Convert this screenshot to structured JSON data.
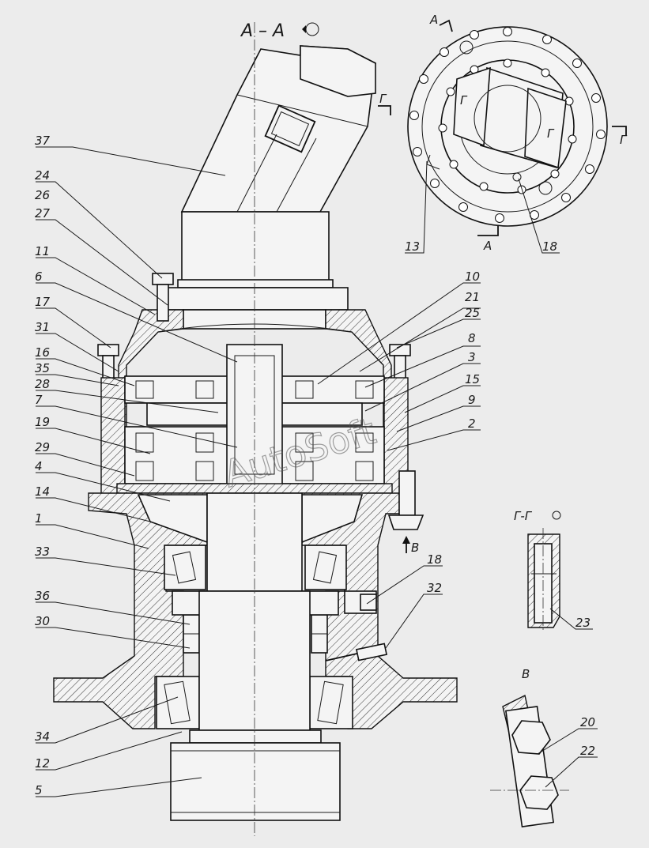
{
  "titles": {
    "main_section": "А – А",
    "section_g": "Г-Г",
    "view_v": "В"
  },
  "section_marks": {
    "a_top": "А",
    "a_bottom": "А",
    "g_left": "Г",
    "g_inner": "Г",
    "g_inner2": "Г",
    "g_right": "Г",
    "v_arrow": "В"
  },
  "watermark": "AutoSoft",
  "callouts": {
    "c37": "37",
    "c24": "24",
    "c26": "26",
    "c27": "27",
    "c11": "11",
    "c6": "6",
    "c17": "17",
    "c31": "31",
    "c16": "16",
    "c35": "35",
    "c28": "28",
    "c7": "7",
    "c19": "19",
    "c29": "29",
    "c4": "4",
    "c14": "14",
    "c1": "1",
    "c33": "33",
    "c36": "36",
    "c30": "30",
    "c34": "34",
    "c12": "12",
    "c5": "5",
    "c10": "10",
    "c21": "21",
    "c25": "25",
    "c8": "8",
    "c3": "3",
    "c15": "15",
    "c9": "9",
    "c2": "2",
    "c18": "18",
    "c32": "32",
    "c13": "13",
    "c18b": "18",
    "c23": "23",
    "c20": "20",
    "c22": "22"
  }
}
